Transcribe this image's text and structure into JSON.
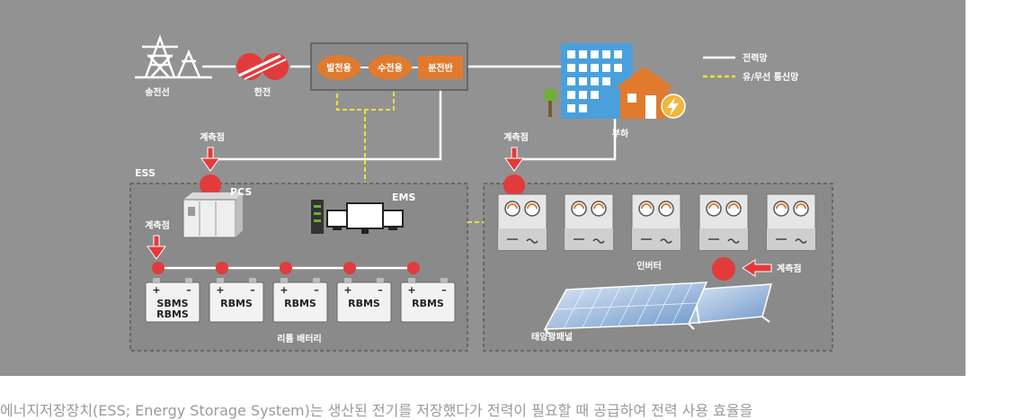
{
  "legend": {
    "power_line": "전력망",
    "comm_line": "유/무선 통신망"
  },
  "top_row": {
    "transmission": "송전선",
    "kepco": "한전",
    "plant1": "발전용",
    "plant2": "수전용",
    "distribution": "분전반",
    "load": "부하"
  },
  "ess": {
    "title": "ESS",
    "pcs": "PCS",
    "ems": "EMS",
    "measure_point": "계측점",
    "battery_label": "리튬 배터리",
    "batteries": [
      {
        "line1": "SBMS",
        "line2": "RBMS"
      },
      {
        "line1": "RBMS",
        "line2": ""
      },
      {
        "line1": "RBMS",
        "line2": ""
      },
      {
        "line1": "RBMS",
        "line2": ""
      },
      {
        "line1": "RBMS",
        "line2": ""
      }
    ]
  },
  "solar": {
    "inverter_label": "인버터",
    "panel_label": "태양광패널"
  },
  "caption": "에너지저장장치(ESS; Energy Storage System)는 생산된 전기를 저장했다가 전력이 필요할 때 공급하여 전력 사용 효율을"
}
